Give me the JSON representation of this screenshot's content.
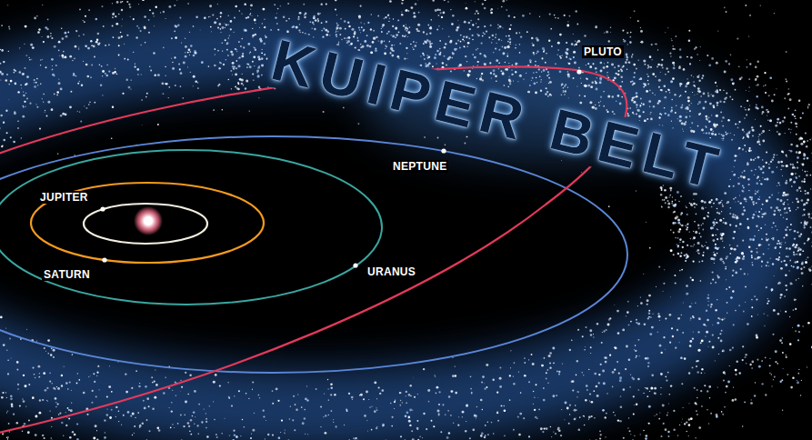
{
  "diagram": {
    "labels": [
      "KUIPER BELT",
      "PLUTO",
      "NEPTUNE",
      "JUPITER",
      "SATURN",
      "URANUS"
    ]
  }
}
